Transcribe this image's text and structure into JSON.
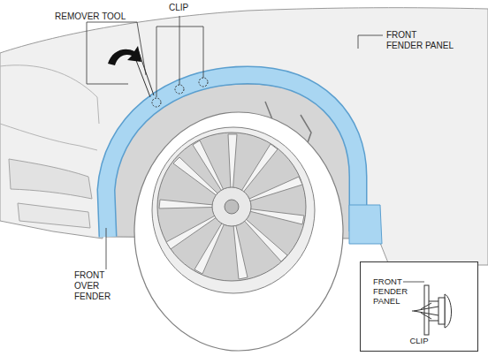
{
  "diagram": {
    "nodes": [
      {
        "text": [
          "FRONT FENDER PANEL",
          "CLIP"
        ]
      }
    ],
    "labels": [
      "REMOVER TOOL",
      "CLIP",
      "FRONT FENDER PANEL",
      "FRONT OVER FENDER"
    ]
  }
}
